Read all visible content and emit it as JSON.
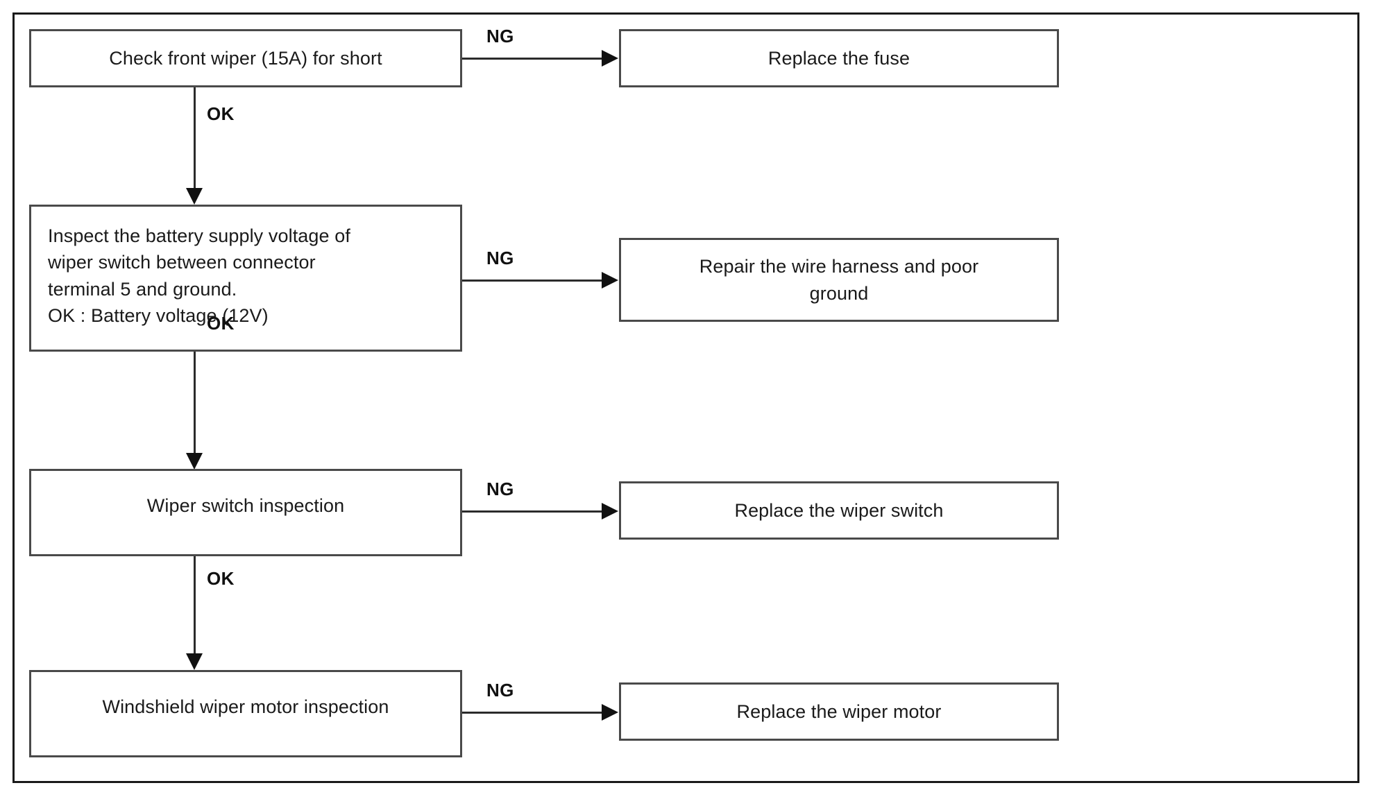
{
  "diagram": {
    "type": "troubleshooting-flowchart",
    "frame_border_color": "#1a1a1a",
    "box_border_color": "#4a4a4a",
    "line_color": "#2b2b2b",
    "text_color": "#1a1a1a",
    "background": "#ffffff",
    "steps": [
      {
        "id": "step-1",
        "check_label": "Check front wiper (15A) for short",
        "ng_label": "NG",
        "ng_action": "Replace the fuse",
        "ok_label": "OK"
      },
      {
        "id": "step-2",
        "check_label": "Inspect the battery supply voltage of\nwiper switch between connector\nterminal 5 and ground.\nOK : Battery voltage (12V)",
        "ng_label": "NG",
        "ng_action": "Repair the wire harness and poor\nground",
        "ok_label": "OK"
      },
      {
        "id": "step-3",
        "check_label": "Wiper switch inspection",
        "ng_label": "NG",
        "ng_action": "Replace the wiper switch",
        "ok_label": "OK"
      },
      {
        "id": "step-4",
        "check_label": "Windshield wiper motor inspection",
        "ng_label": "NG",
        "ng_action": "Replace the wiper motor",
        "ok_label": ""
      }
    ]
  }
}
